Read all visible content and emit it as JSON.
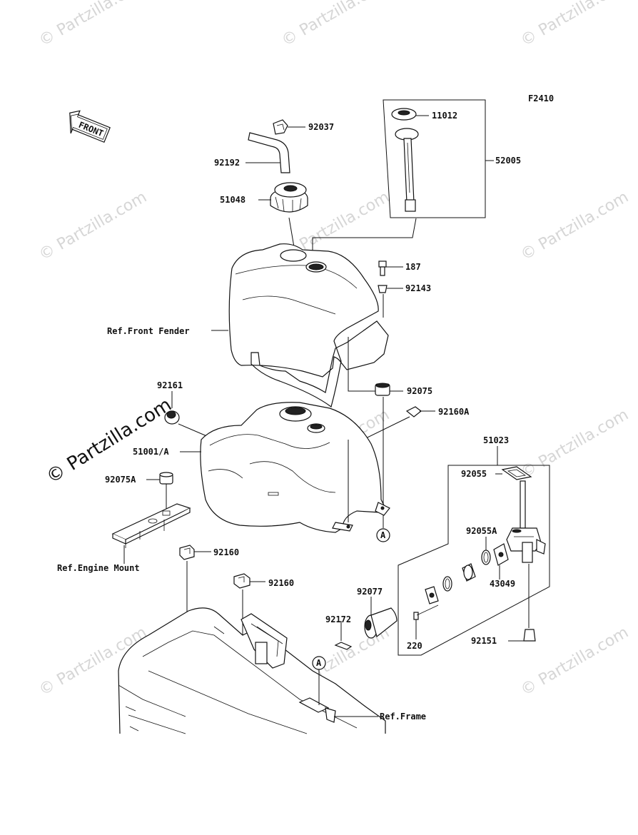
{
  "diagram_code": "F2410",
  "front_arrow_label": "FRONT",
  "watermark_text": "© Partzilla.com",
  "parts": {
    "p92037": "92037",
    "p92192": "92192",
    "p51048": "51048",
    "p11012": "11012",
    "p52005": "52005",
    "p187": "187",
    "p92143": "92143",
    "p92075": "92075",
    "p92160A": "92160A",
    "p92161": "92161",
    "p51001A": "51001/A",
    "p92075A": "92075A",
    "p51023": "51023",
    "p92055": "92055",
    "p92055A": "92055A",
    "p43049": "43049",
    "p92077": "92077",
    "p92172": "92172",
    "p220": "220",
    "p92151": "92151",
    "p92160a": "92160",
    "p92160b": "92160"
  },
  "refs": {
    "front_fender": "Ref.Front Fender",
    "engine_mount": "Ref.Engine Mount",
    "frame": "Ref.Frame"
  },
  "callout_a": "A",
  "colors": {
    "line": "#111111",
    "watermark": "#d6d6d6",
    "background": "#ffffff"
  }
}
